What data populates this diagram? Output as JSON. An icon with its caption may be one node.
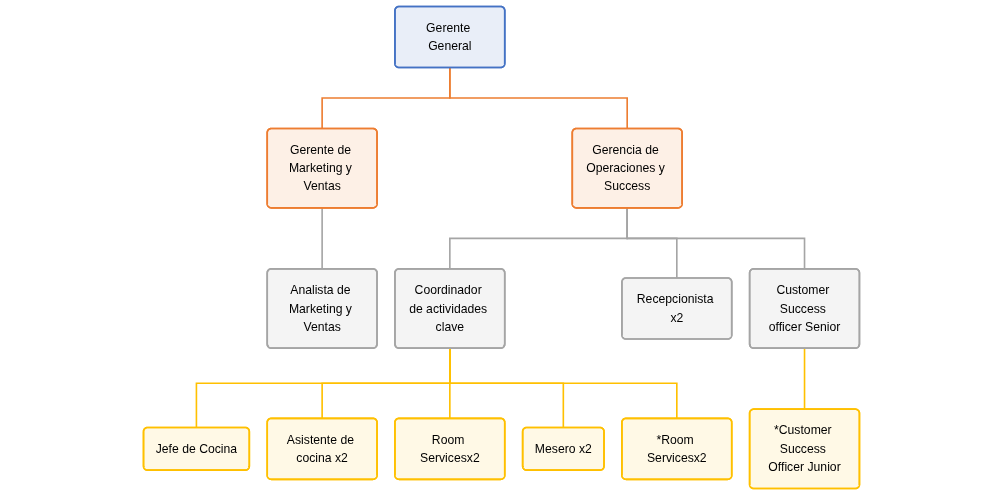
{
  "diagram": {
    "nodes": [
      {
        "text": [
          "Gerente General"
        ]
      },
      {
        "text": [
          "Gerente de Marketing y Ventas"
        ]
      },
      {
        "text": [
          "Gerencia de Operaciones y Success"
        ]
      },
      {
        "text": [
          "Analista de Marketing y Ventas"
        ]
      },
      {
        "text": [
          "Coordinador de actividades clave"
        ]
      },
      {
        "text": [
          "Recepcionista x2"
        ]
      },
      {
        "text": [
          "Customer Success officer Senior"
        ]
      },
      {
        "text": [
          "Jefe de Cocina"
        ]
      },
      {
        "text": [
          "Asistente de cocina x2"
        ]
      },
      {
        "text": [
          "Room Servicesx2"
        ]
      },
      {
        "text": [
          "Mesero x2"
        ]
      },
      {
        "text": [
          "*Room Servicesx2"
        ]
      },
      {
        "text": [
          "*Customer Success Officer Junior"
        ]
      }
    ],
    "edges": [
      {
        "from": 0,
        "to": 1,
        "arrow": "none",
        "color": "#ed7d31"
      },
      {
        "from": 0,
        "to": 2,
        "arrow": "none",
        "color": "#ed7d31"
      },
      {
        "from": 1,
        "to": 3,
        "arrow": "none",
        "color": "#a5a5a5"
      },
      {
        "from": 2,
        "to": 4,
        "arrow": "none",
        "color": "#a5a5a5"
      },
      {
        "from": 2,
        "to": 5,
        "arrow": "none",
        "color": "#a5a5a5"
      },
      {
        "from": 2,
        "to": 6,
        "arrow": "none",
        "color": "#a5a5a5"
      },
      {
        "from": 4,
        "to": 7,
        "arrow": "none"
      },
      {
        "from": 4,
        "to": 8,
        "arrow": "none"
      },
      {
        "from": 4,
        "to": 9,
        "arrow": "none"
      },
      {
        "from": 4,
        "to": 10,
        "arrow": "none"
      },
      {
        "from": 4,
        "to": 11,
        "arrow": "none"
      },
      {
        "from": 6,
        "to": 12,
        "arrow": "none"
      }
    ]
  }
}
